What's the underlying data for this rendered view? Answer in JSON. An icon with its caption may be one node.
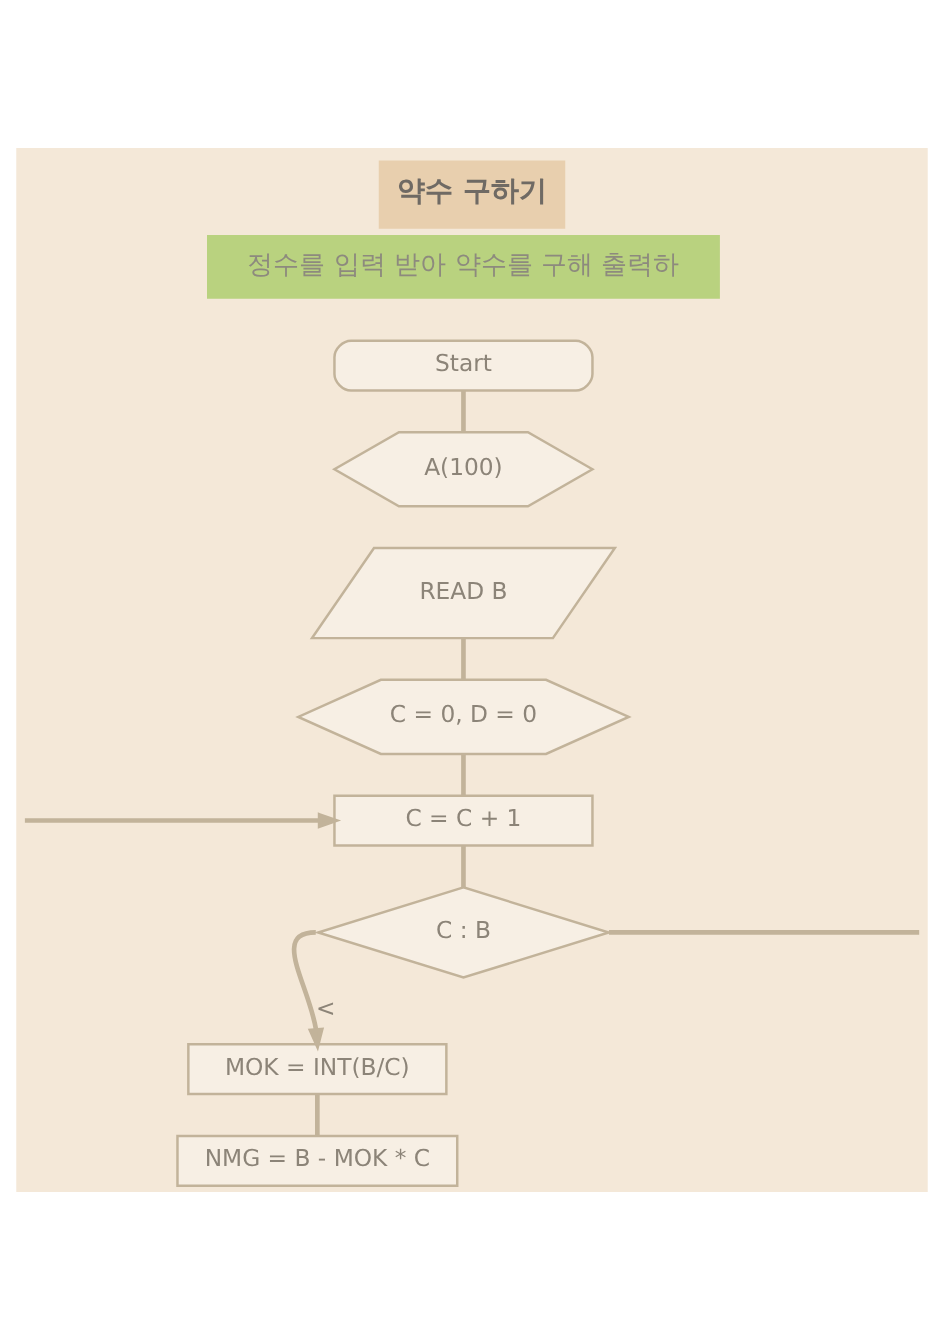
{
  "diagram": {
    "title": "약수 구하기",
    "nodes": [
      {
        "text": [
          "Start"
        ]
      },
      {
        "text": [
          "A(100)"
        ]
      },
      {
        "text": [
          "READ B"
        ]
      },
      {
        "text": [
          "C = 0, D = 0"
        ]
      },
      {
        "text": [
          "C = C + 1"
        ]
      },
      {
        "text": [
          "C : B"
        ]
      },
      {
        "text": [
          "MOK = INT(B/C)"
        ]
      },
      {
        "text": [
          "NMG = B - MOK * C"
        ]
      }
    ],
    "edges": [
      {
        "from": 0,
        "to": 1,
        "arrow": "none"
      },
      {
        "from": 2,
        "to": 3,
        "arrow": "none"
      },
      {
        "from": 3,
        "to": 4,
        "arrow": "none"
      },
      {
        "from": null,
        "to": 4,
        "arrow": "to"
      },
      {
        "from": 4,
        "to": 5,
        "arrow": "none"
      },
      {
        "from": 5,
        "to": null,
        "arrow": "none"
      },
      {
        "from": 5,
        "to": 6,
        "label": "<",
        "arrow": "to"
      },
      {
        "from": 6,
        "to": 7,
        "arrow": "none"
      }
    ],
    "labels": [
      "정수를 입력 받아 약수를 구해 출력하"
    ]
  }
}
